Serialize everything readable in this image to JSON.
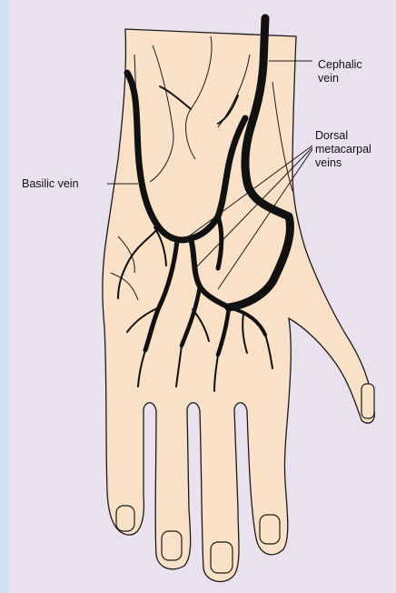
{
  "colors": {
    "background": "#e9e2ee",
    "left_edge": "#cfe0f4",
    "skin": "#f9e1c8",
    "vein": "#111111",
    "outline": "#1a1a1a"
  },
  "labels": {
    "cephalic_line1": "Cephalic",
    "cephalic_line2": "vein",
    "dorsal_line1": "Dorsal",
    "dorsal_line2": "metacarpal",
    "dorsal_line3": "veins",
    "basilic": "Basilic vein"
  }
}
